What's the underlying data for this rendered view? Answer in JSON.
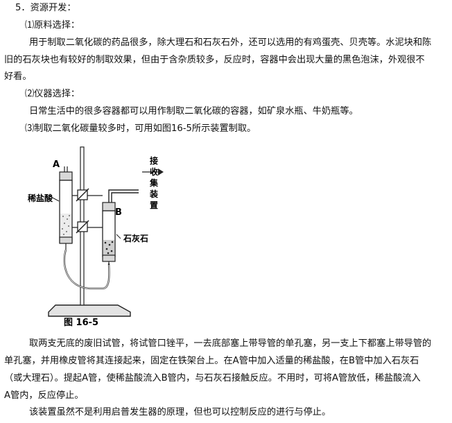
{
  "section": {
    "heading": "5．资源开发："
  },
  "p1": {
    "label": "⑴原料选择：",
    "lines": [
      "用于制取二氧化碳的药品很多，除大理石和石灰石外，还可以选用的有鸡蛋壳、贝壳等。水泥块和陈",
      "旧的石灰块也有较好的制取效果，但由于含杂质较多，反应时，容器中会出现大量的黑色泡沫，外观很不",
      "好看。"
    ]
  },
  "p2": {
    "label": "⑵仪器选择：",
    "lines": [
      "日常生活中的很多容器都可以用作制取二氧化碳的容器，如矿泉水瓶、牛奶瓶等。"
    ]
  },
  "p3": {
    "label": "⑶制取二氧化碳量较多时，可用如图16-5所示装置制取。"
  },
  "figure": {
    "label_a": "A",
    "label_b": "B",
    "label_acid": "稀盐酸",
    "label_stone": "石灰石",
    "label_receiver": [
      "接",
      "收",
      "集",
      "装",
      "置"
    ],
    "caption": "图 16-5"
  },
  "p4": {
    "lines": [
      "取两支无底的废旧试管，将试管口锉平，一去底部塞上带导管的单孔塞，另一支上下都塞上带导管的",
      "单孔塞，并用橡皮管将其连接起来，固定在铁架台上。在A管中加入适量的稀盐酸，在B管中加入石灰石",
      "（或大理石）。提起A管，使稀盐酸流入B管内，与石灰石接触反应。不用时，可将A管放低，稀盐酸流入",
      "A管内，反应停止。"
    ]
  },
  "p5": {
    "lines": [
      "该装置虽然不是利用启普发生器的原理，但也可以控制反应的进行与停止。"
    ]
  }
}
